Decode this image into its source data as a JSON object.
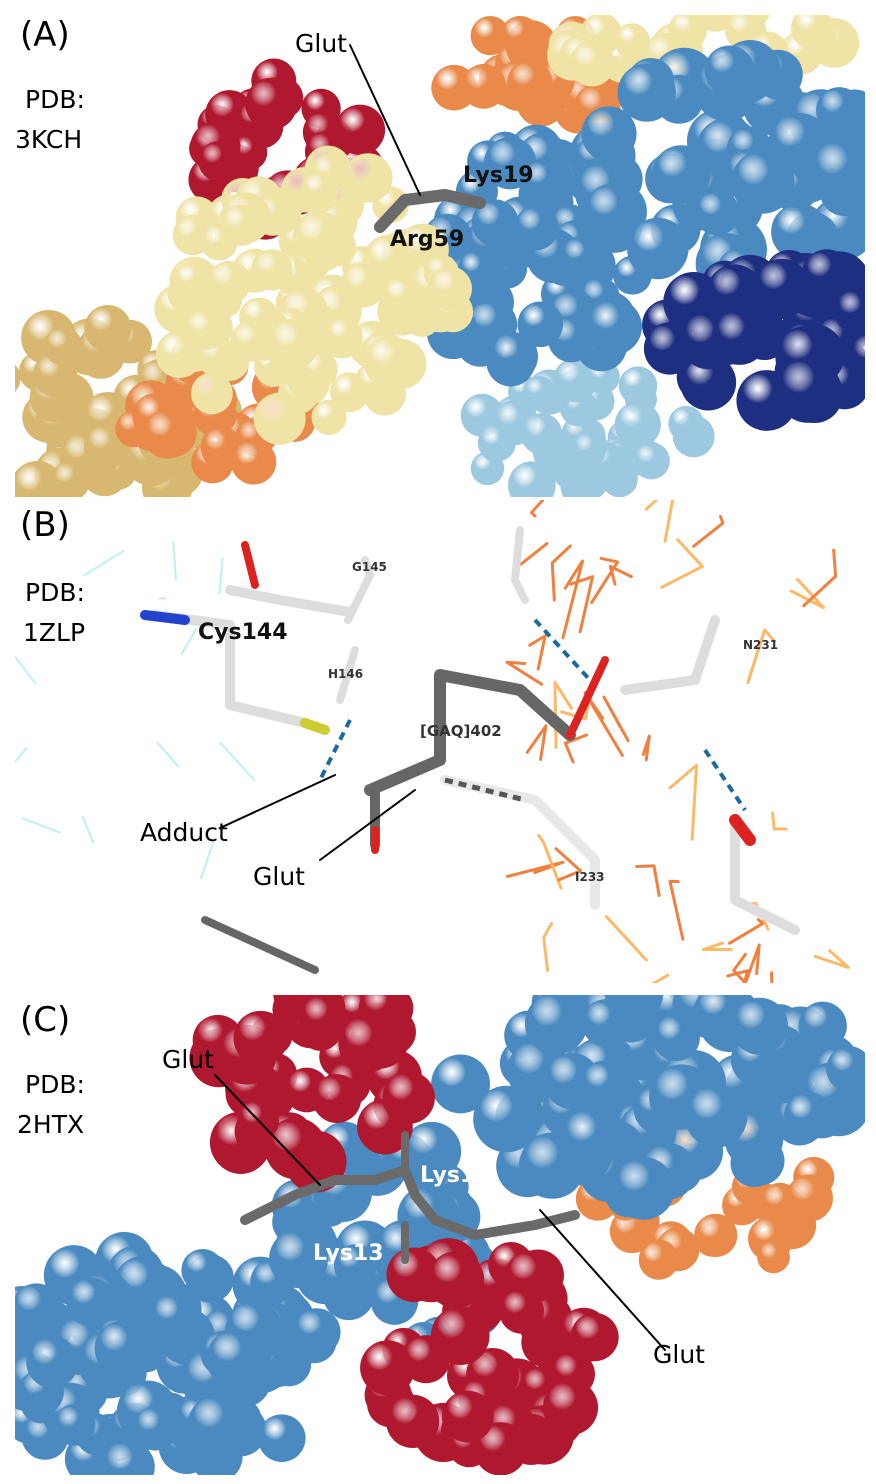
{
  "panels": [
    {
      "letter": "(A)",
      "pdb_label": "PDB:",
      "pdb_id": "3KCH",
      "labels": {
        "glut": "Glut",
        "lys": "Lys19",
        "arg": "Arg59"
      }
    },
    {
      "letter": "(B)",
      "pdb_label": "PDB:",
      "pdb_id": "1ZLP",
      "labels": {
        "cys": "Cys144",
        "g145": "G145",
        "h146": "H146",
        "gaq": "[GAQ]402",
        "n231": "N231",
        "i233": "I233",
        "adduct": "Adduct",
        "glut": "Glut"
      }
    },
    {
      "letter": "(C)",
      "pdb_label": "PDB:",
      "pdb_id": "2HTX",
      "labels": {
        "glut1": "Glut",
        "lys_a": "Lys13",
        "lys_b": "Lys13",
        "glut2": "Glut"
      }
    }
  ],
  "colors": {
    "red": "#b01830",
    "yellow": "#efe3a6",
    "tan": "#d8b870",
    "orange": "#e98a4a",
    "blue": "#4a8ac0",
    "lightblue": "#9cc8e0",
    "navy": "#1e2e80",
    "gray": "#6a6a6a"
  }
}
